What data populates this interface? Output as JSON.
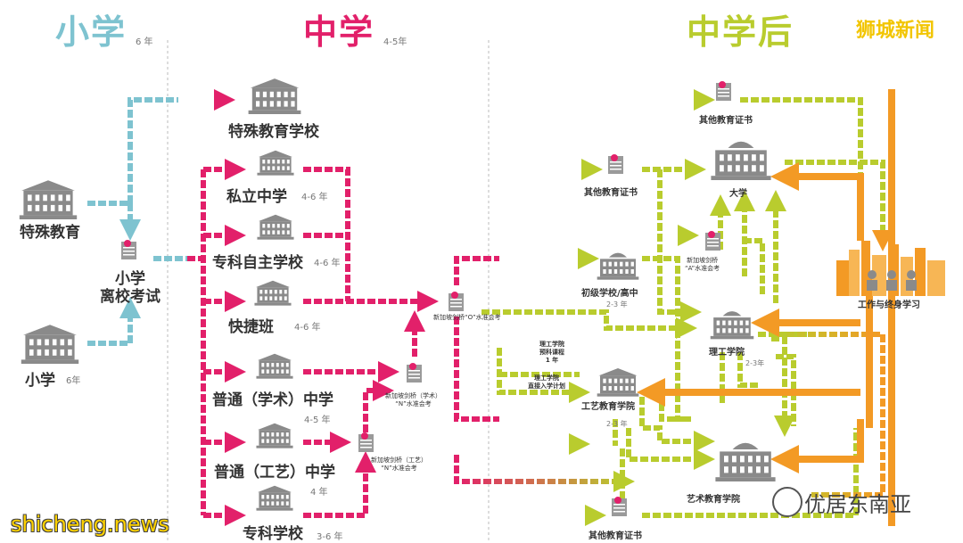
{
  "phases": {
    "primary": {
      "title": "小学",
      "duration": "6 年"
    },
    "secondary": {
      "title": "中学",
      "duration": "4-5年"
    },
    "post": {
      "title": "中学后"
    }
  },
  "brand": "狮城新闻",
  "watermark": {
    "site": "shicheng.news",
    "wechat": "优居东南亚"
  },
  "nodes": {
    "special_ed": "特殊教育",
    "primary_school": "小学",
    "primary_school_dur": "6年",
    "psle": "小学\n离校考试",
    "special_ed_school": "特殊教育学校",
    "private_secondary": "私立中学",
    "private_secondary_dur": "4-6 年",
    "specialized_independent": "专科自主学校",
    "specialized_independent_dur": "4-6 年",
    "express": "快捷班",
    "express_dur": "4-6 年",
    "normal_academic": "普通（学术）中学",
    "normal_academic_dur": "4-5 年",
    "normal_technical": "普通（工艺）中学",
    "normal_technical_dur": "4 年",
    "specialized_school": "专科学校",
    "specialized_school_dur": "3-6 年",
    "other_cert_top": "其他教育证书",
    "other_cert_mid": "其他教育证书",
    "other_cert_bottom": "其他教育证书",
    "university": "大学",
    "a_level": "新加坡剑桥\n“A”水准会考",
    "jc": "初级学校/高中",
    "jc_dur": "2-3 年",
    "o_level": "新加坡剑桥“O”水准会考",
    "n_academic": "新加坡剑桥（学术）\n“N”水准会考",
    "n_technical": "新加坡剑桥（工艺）\n“N”水准会考",
    "poly_foundation": "理工学院\n预科课程\n1 年",
    "poly_direct": "理工学院\n直接入学计划",
    "polytechnic": "理工学院",
    "polytechnic_dur": "2-3年",
    "ite": "工艺教育学院",
    "ite_dur": "2-3 年",
    "arts": "艺术教育学院",
    "work": "工作与终身学习"
  },
  "colors": {
    "blue": "#7ec3d0",
    "pink": "#e2206a",
    "green": "#b9cc2e",
    "orange": "#f39a25",
    "building": "#8a8a8a"
  }
}
